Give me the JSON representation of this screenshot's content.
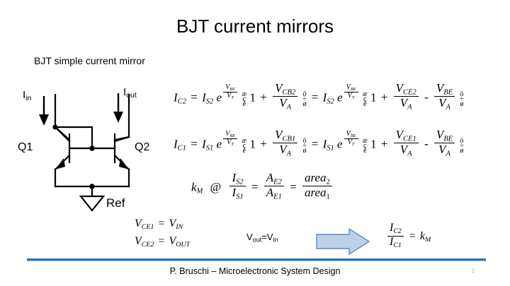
{
  "slide": {
    "title": "BJT current mirrors",
    "subtitle": "BJT simple current mirror"
  },
  "colors": {
    "footer_rule": "#2E74A8",
    "footer_rule_light": "#9DC3E6",
    "arrow_fill": "#BDD1E8",
    "arrow_stroke": "#5B8BC4",
    "wire": "#000000",
    "page_number": "#A6A6A6"
  },
  "circuit": {
    "name": "bjt-simple-current-mirror",
    "labels": {
      "i_in": "I",
      "i_in_sub": "in",
      "i_out": "I",
      "i_out_sub": "out",
      "q1": "Q1",
      "q2": "Q2",
      "ref": "Ref"
    }
  },
  "equations": {
    "eq1": {
      "id": "ic2-early-effect",
      "lhs": "I",
      "lhs_sub": "C2",
      "eq": "=",
      "is": "I",
      "is_sub": "S2",
      "e": "e",
      "exp_num": "V",
      "exp_num_sub": "BE",
      "exp_den": "V",
      "exp_den_sub": "T",
      "one": "1",
      "plus": "+",
      "vcb_num": "V",
      "vcb_num_sub": "CB2",
      "va_den": "V",
      "va_den_sub": "A",
      "eq2": "=",
      "is_b": "I",
      "is_b_sub": "S2",
      "vce_num": "V",
      "vce_num_sub": "CE2",
      "minus": "-",
      "vbe_num": "V",
      "vbe_num_sub": "BE",
      "plain": "I_C2 = I_S2 e^(V_BE/V_T) (1 + V_CB2/V_A) = I_S2 e^(V_BE/V_T) (1 + V_CE2/V_A - V_BE/V_A)"
    },
    "eq2": {
      "id": "ic1-early-effect",
      "lhs": "I",
      "lhs_sub": "C1",
      "eq": "=",
      "is": "I",
      "is_sub": "S1",
      "e": "e",
      "exp_num": "V",
      "exp_num_sub": "BE",
      "exp_den": "V",
      "exp_den_sub": "T",
      "one": "1",
      "plus": "+",
      "vcb_num": "V",
      "vcb_num_sub": "CB1",
      "va_den": "V",
      "va_den_sub": "A",
      "eq2": "=",
      "is_b": "I",
      "is_b_sub": "S1",
      "vce_num": "V",
      "vce_num_sub": "CE1",
      "minus": "-",
      "vbe_num": "V",
      "vbe_num_sub": "BE",
      "plain": "I_C1 = I_S1 e^(V_BE/V_T) (1 + V_CB1/V_A) = I_S1 e^(V_BE/V_T) (1 + V_CE1/V_A - V_BE/V_A)"
    },
    "eq3": {
      "id": "mirror-gain-definition",
      "km": "k",
      "km_sub": "M",
      "defeq": "@",
      "is2": "I",
      "is2_sub": "S2",
      "is1": "I",
      "is1_sub": "S1",
      "eq_a": "=",
      "ae2": "A",
      "ae2_sub": "E2",
      "ae1": "A",
      "ae1_sub": "E1",
      "eq_b": "=",
      "area2": "area",
      "area2_sub": "2",
      "area1": "area",
      "area1_sub": "1",
      "plain": "k_M = I_S2/I_S1 = A_E2/A_E1 = area_2/area_1"
    },
    "eq4": {
      "id": "vce-conditions",
      "line1_lhs": "V",
      "line1_lhs_sub": "CE1",
      "line1_eq": "=",
      "line1_rhs": "V",
      "line1_rhs_sub": "IN",
      "line2_lhs": "V",
      "line2_lhs_sub": "CE2",
      "line2_eq": "=",
      "line2_rhs": "V",
      "line2_rhs_sub": "OUT",
      "plain_line1": "V_CE1 = V_IN",
      "plain_line2": "V_CE2 = V_OUT"
    },
    "eq5": {
      "id": "ratio-equals-km",
      "num": "I",
      "num_sub": "C2",
      "den": "I",
      "den_sub": "C1",
      "eq": "=",
      "km": "k",
      "km_sub": "M",
      "plain": "I_C2 / I_C1 = k_M"
    }
  },
  "note": {
    "id": "vout-equals-vin",
    "v": "V",
    "out": "out",
    "eq": "=",
    "v2": "V",
    "in": "in",
    "plain": "Vout=Vin"
  },
  "arrow": {
    "name": "blue-block-arrow-right",
    "direction": "right"
  },
  "footer": {
    "text": "P. Bruschi – Microelectronic System Design",
    "page_number": "1"
  }
}
